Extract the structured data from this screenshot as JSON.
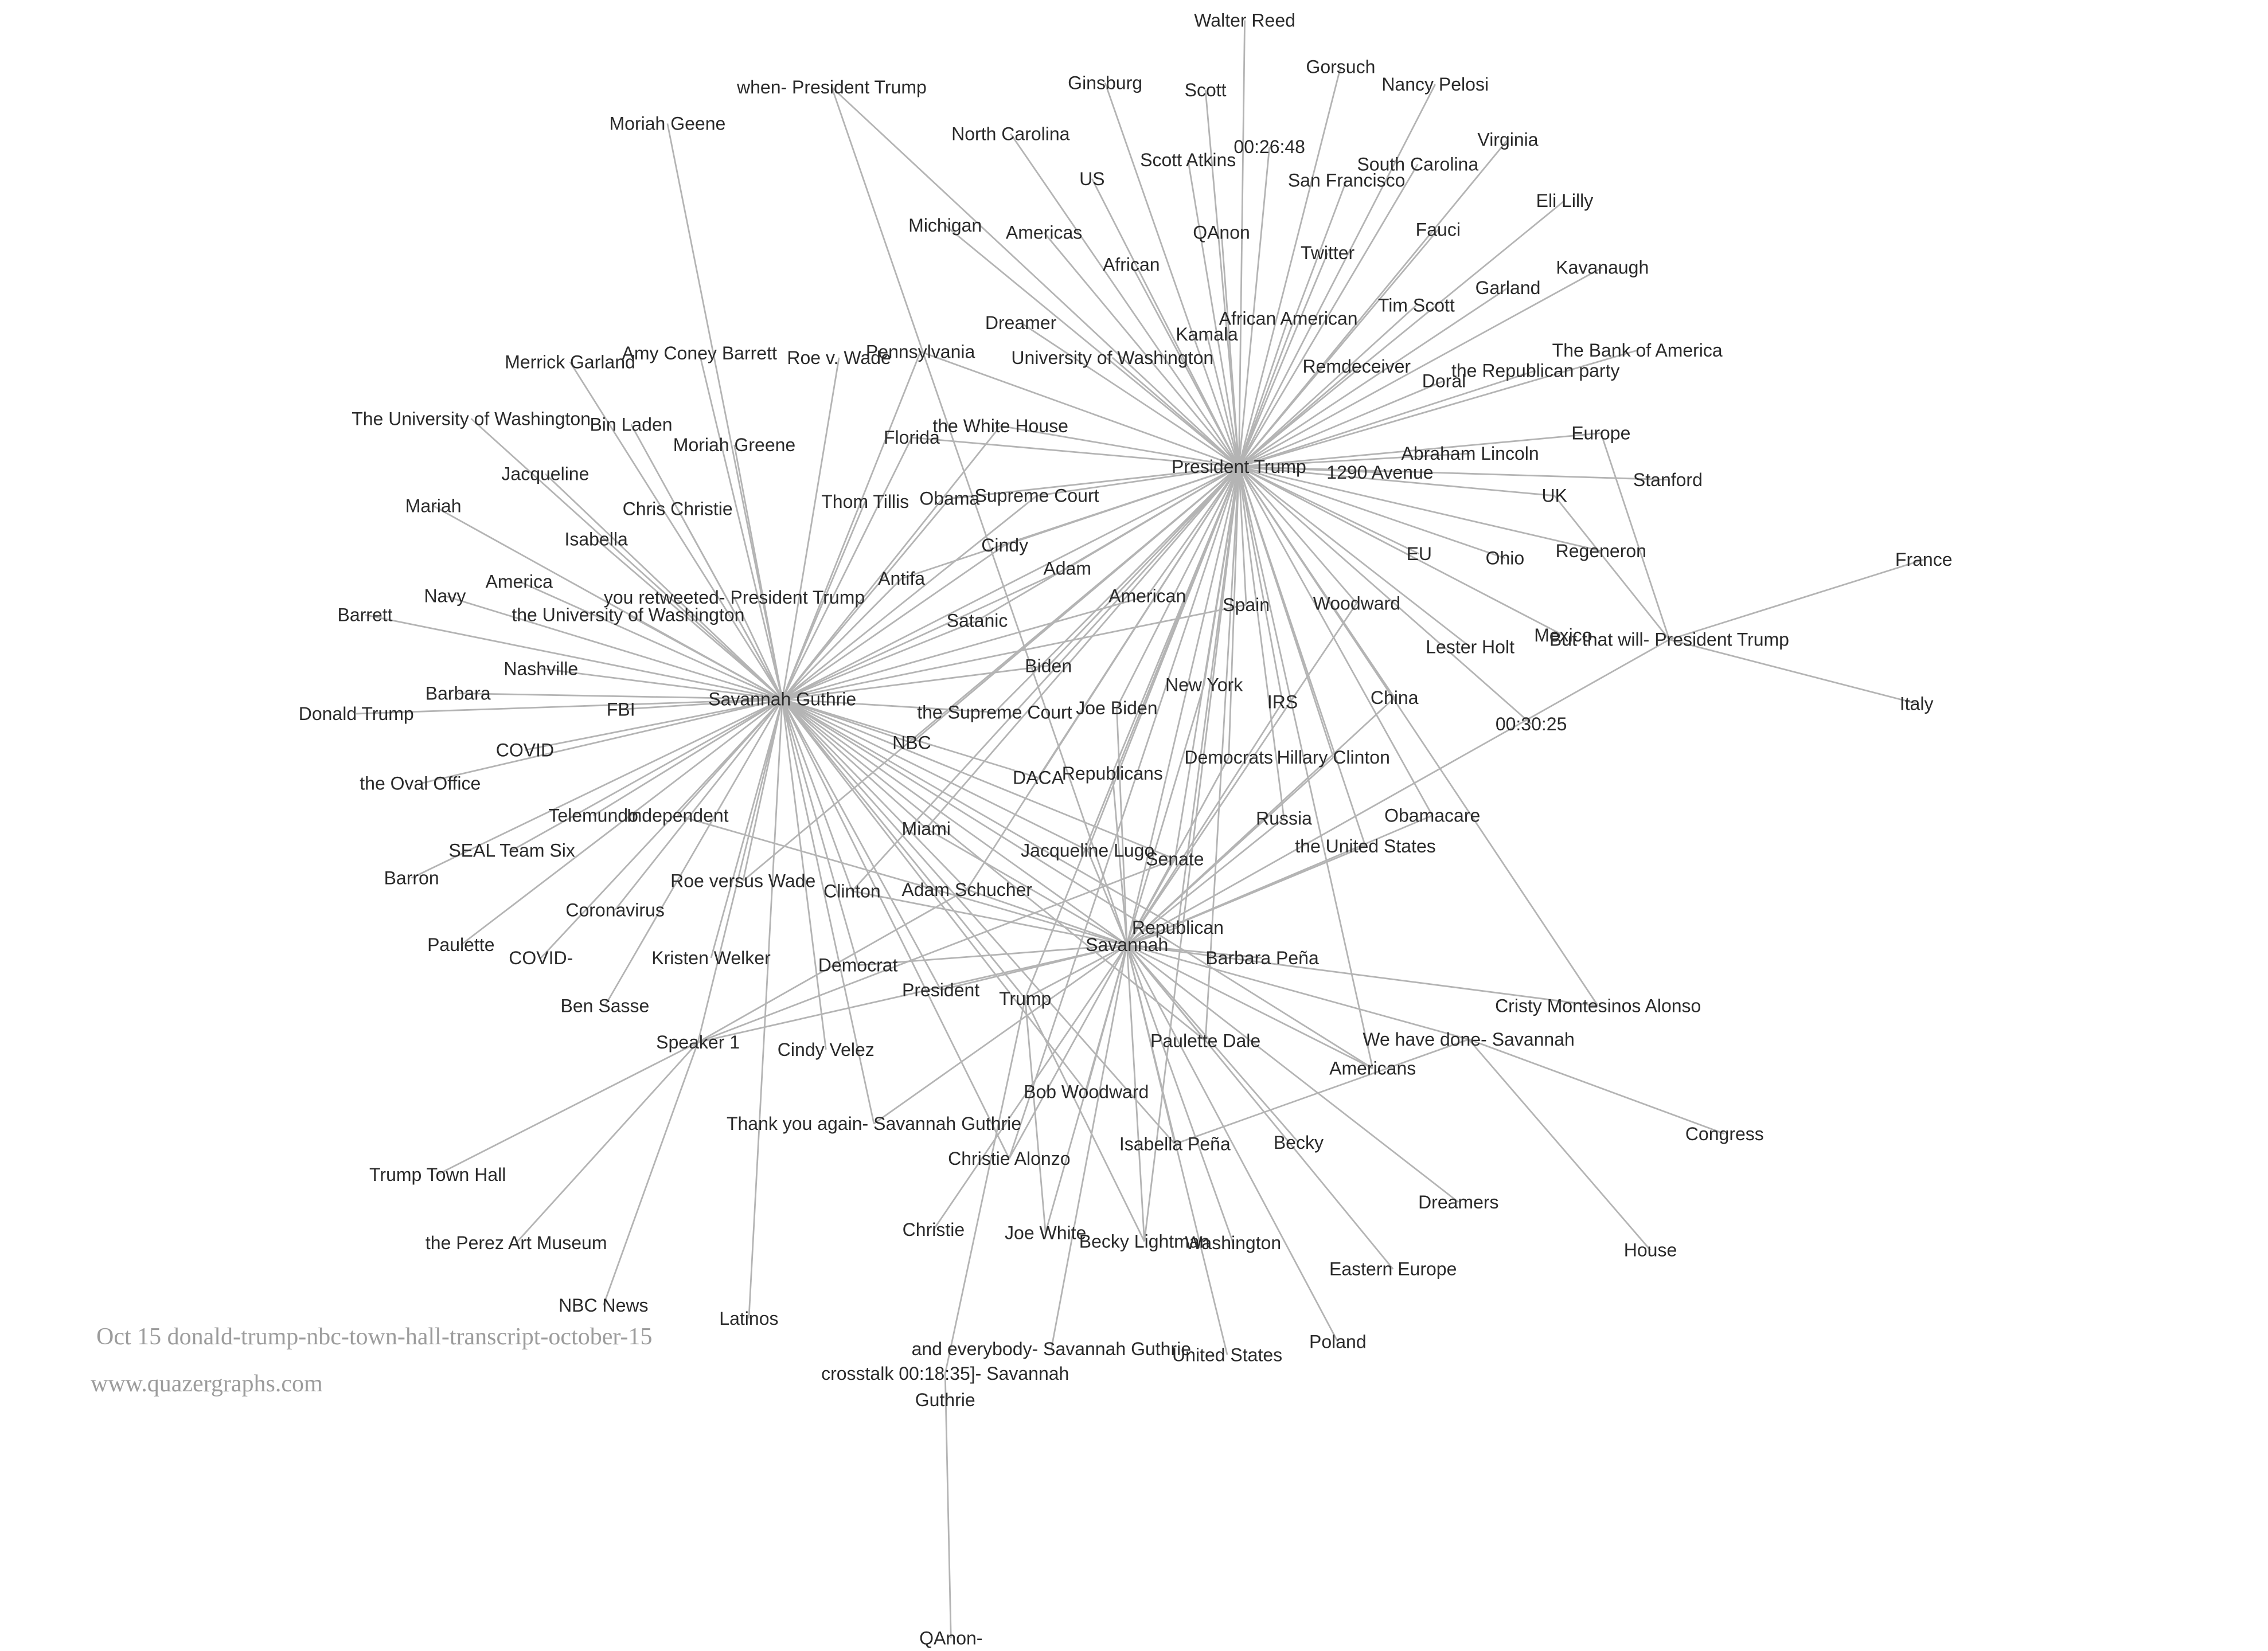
{
  "diagram": {
    "type": "network-graph",
    "edge_color": "#b4b4b4",
    "label_color": "#2a2a2a",
    "hubs": [
      "President Trump",
      "Savannah Guthrie",
      "Savannah"
    ],
    "nodes": [
      "Walter Reed",
      "Gorsuch",
      "Nancy Pelosi",
      "Ginsburg",
      "Scott",
      "when- President Trump",
      "Moriah Geene",
      "Virginia",
      "00:26:48",
      "North Carolina",
      "Scott Atkins",
      "South Carolina",
      "US",
      "San Francisco",
      "Eli Lilly",
      "Michigan",
      "Americas",
      "Fauci",
      "QAnon",
      "Twitter",
      "African",
      "Kavanaugh",
      "Garland",
      "Tim Scott",
      "African American",
      "Dreamer",
      "Kamala",
      "Amy Coney Barrett",
      "Merrick Garland",
      "Roe v. Wade",
      "Pennsylvania",
      "University of Washington",
      "Remdeceiver",
      "The Bank of America",
      "Doral",
      "the Republican party",
      "The University of Washington",
      "Bin Laden",
      "the White House",
      "Moriah Greene",
      "Florida",
      "Europe",
      "Abraham Lincoln",
      "President Trump",
      "1290 Avenue",
      "Stanford",
      "Jacqueline",
      "Mariah",
      "Thom Tillis",
      "Obama",
      "Supreme Court",
      "UK",
      "Chris Christie",
      "Isabella",
      "Cindy",
      "Ohio",
      "EU",
      "Regeneron",
      "France",
      "America",
      "Adam",
      "Navy",
      "Antifa",
      "you retweeted- President Trump",
      "American",
      "Spain",
      "Woodward",
      "Barrett",
      "the University of Washington",
      "Satanic",
      "Mexico",
      "But that will- President Trump",
      "Lester Holt",
      "Nashville",
      "Biden",
      "New York",
      "Barbara",
      "China",
      "IRS",
      "Savannah Guthrie",
      "Italy",
      "Joe Biden",
      "Donald Trump",
      "FBI",
      "the Supreme Court",
      "00:30:25",
      "COVID",
      "NBC",
      "Democrats",
      "Hillary Clinton",
      "Republicans",
      "DACA",
      "the Oval Office",
      "Telemundo",
      "Independent",
      "Obamacare",
      "Russia",
      "Miami",
      "the United States",
      "SEAL Team Six",
      "Jacqueline Lugo",
      "Senate",
      "Barron",
      "Roe versus Wade",
      "Adam Schucher",
      "Clinton",
      "Coronavirus",
      "Republican",
      "Paulette",
      "COVID-",
      "Savannah",
      "Kristen Welker",
      "Barbara Peña",
      "Democrat",
      "President",
      "Trump",
      "Cristy Montesinos Alonso",
      "Ben Sasse",
      "Speaker 1",
      "Paulette Dale",
      "We have done- Savannah",
      "Cindy Velez",
      "Americans",
      "Bob Woodward",
      "Thank you again- Savannah Guthrie",
      "Congress",
      "Isabella Peña",
      "Becky",
      "Christie Alonzo",
      "Trump Town Hall",
      "Dreamers",
      "Christie",
      "the Perez Art Museum",
      "Joe White",
      "Becky Lightman",
      "Washington",
      "House",
      "Eastern Europe",
      "NBC News",
      "Latinos",
      "Poland",
      "and everybody- Savannah Guthrie",
      "United States",
      "crosstalk 00:18:35]- Savannah",
      "Guthrie",
      "QAnon-"
    ],
    "edges": [
      [
        "President Trump",
        "Walter Reed"
      ],
      [
        "President Trump",
        "Gorsuch"
      ],
      [
        "President Trump",
        "Nancy Pelosi"
      ],
      [
        "President Trump",
        "Ginsburg"
      ],
      [
        "President Trump",
        "Scott"
      ],
      [
        "President Trump",
        "when- President Trump"
      ],
      [
        "President Trump",
        "Virginia"
      ],
      [
        "President Trump",
        "00:26:48"
      ],
      [
        "President Trump",
        "North Carolina"
      ],
      [
        "President Trump",
        "Scott Atkins"
      ],
      [
        "President Trump",
        "South Carolina"
      ],
      [
        "President Trump",
        "US"
      ],
      [
        "President Trump",
        "San Francisco"
      ],
      [
        "President Trump",
        "Eli Lilly"
      ],
      [
        "President Trump",
        "Michigan"
      ],
      [
        "President Trump",
        "Americas"
      ],
      [
        "President Trump",
        "Fauci"
      ],
      [
        "President Trump",
        "QAnon"
      ],
      [
        "President Trump",
        "Twitter"
      ],
      [
        "President Trump",
        "African"
      ],
      [
        "President Trump",
        "Kavanaugh"
      ],
      [
        "President Trump",
        "Garland"
      ],
      [
        "President Trump",
        "Tim Scott"
      ],
      [
        "President Trump",
        "African American"
      ],
      [
        "President Trump",
        "Dreamer"
      ],
      [
        "President Trump",
        "Kamala"
      ],
      [
        "President Trump",
        "Pennsylvania"
      ],
      [
        "President Trump",
        "University of Washington"
      ],
      [
        "President Trump",
        "Remdeceiver"
      ],
      [
        "President Trump",
        "The Bank of America"
      ],
      [
        "President Trump",
        "Doral"
      ],
      [
        "President Trump",
        "the Republican party"
      ],
      [
        "President Trump",
        "Europe"
      ],
      [
        "President Trump",
        "Abraham Lincoln"
      ],
      [
        "President Trump",
        "1290 Avenue"
      ],
      [
        "President Trump",
        "Stanford"
      ],
      [
        "President Trump",
        "UK"
      ],
      [
        "President Trump",
        "Ohio"
      ],
      [
        "President Trump",
        "EU"
      ],
      [
        "President Trump",
        "Regeneron"
      ],
      [
        "President Trump",
        "Mexico"
      ],
      [
        "President Trump",
        "Lester Holt"
      ],
      [
        "President Trump",
        "00:30:25"
      ],
      [
        "President Trump",
        "China"
      ],
      [
        "President Trump",
        "Woodward"
      ],
      [
        "President Trump",
        "Spain"
      ],
      [
        "President Trump",
        "IRS"
      ],
      [
        "President Trump",
        "New York"
      ],
      [
        "President Trump",
        "American"
      ],
      [
        "President Trump",
        "Adam"
      ],
      [
        "President Trump",
        "Cindy"
      ],
      [
        "President Trump",
        "Antifa"
      ],
      [
        "President Trump",
        "Satanic"
      ],
      [
        "President Trump",
        "Supreme Court"
      ],
      [
        "President Trump",
        "Obama"
      ],
      [
        "President Trump",
        "the White House"
      ],
      [
        "President Trump",
        "Florida"
      ],
      [
        "President Trump",
        "Savannah Guthrie"
      ],
      [
        "President Trump",
        "Biden"
      ],
      [
        "President Trump",
        "Joe Biden"
      ],
      [
        "President Trump",
        "the Supreme Court"
      ],
      [
        "President Trump",
        "Democrats"
      ],
      [
        "President Trump",
        "Hillary Clinton"
      ],
      [
        "President Trump",
        "Republicans"
      ],
      [
        "President Trump",
        "DACA"
      ],
      [
        "President Trump",
        "Obamacare"
      ],
      [
        "President Trump",
        "Russia"
      ],
      [
        "President Trump",
        "the United States"
      ],
      [
        "President Trump",
        "Jacqueline Lugo"
      ],
      [
        "President Trump",
        "Senate"
      ],
      [
        "President Trump",
        "Adam Schucher"
      ],
      [
        "President Trump",
        "Republican"
      ],
      [
        "President Trump",
        "Savannah"
      ],
      [
        "President Trump",
        "Trump"
      ],
      [
        "President Trump",
        "Paulette Dale"
      ],
      [
        "President Trump",
        "Americans"
      ],
      [
        "President Trump",
        "NBC"
      ],
      [
        "President Trump",
        "Miami"
      ],
      [
        "President Trump",
        "Clinton"
      ],
      [
        "President Trump",
        "Roe versus Wade"
      ],
      [
        "President Trump",
        "Christie Alonzo"
      ],
      [
        "President Trump",
        "Becky Lightman"
      ],
      [
        "President Trump",
        "Cristy Montesinos Alonso"
      ],
      [
        "Savannah Guthrie",
        "Merrick Garland"
      ],
      [
        "Savannah Guthrie",
        "Amy Coney Barrett"
      ],
      [
        "Savannah Guthrie",
        "Roe v. Wade"
      ],
      [
        "Savannah Guthrie",
        "The University of Washington"
      ],
      [
        "Savannah Guthrie",
        "Bin Laden"
      ],
      [
        "Savannah Guthrie",
        "Moriah Greene"
      ],
      [
        "Savannah Guthrie",
        "Moriah Geene"
      ],
      [
        "Savannah Guthrie",
        "Jacqueline"
      ],
      [
        "Savannah Guthrie",
        "Mariah"
      ],
      [
        "Savannah Guthrie",
        "Chris Christie"
      ],
      [
        "Savannah Guthrie",
        "Isabella"
      ],
      [
        "Savannah Guthrie",
        "America"
      ],
      [
        "Savannah Guthrie",
        "Navy"
      ],
      [
        "Savannah Guthrie",
        "you retweeted- President Trump"
      ],
      [
        "Savannah Guthrie",
        "Barrett"
      ],
      [
        "Savannah Guthrie",
        "the University of Washington"
      ],
      [
        "Savannah Guthrie",
        "Nashville"
      ],
      [
        "Savannah Guthrie",
        "Barbara"
      ],
      [
        "Savannah Guthrie",
        "Donald Trump"
      ],
      [
        "Savannah Guthrie",
        "FBI"
      ],
      [
        "Savannah Guthrie",
        "COVID"
      ],
      [
        "Savannah Guthrie",
        "the Oval Office"
      ],
      [
        "Savannah Guthrie",
        "Telemundo"
      ],
      [
        "Savannah Guthrie",
        "Independent"
      ],
      [
        "Savannah Guthrie",
        "SEAL Team Six"
      ],
      [
        "Savannah Guthrie",
        "Barron"
      ],
      [
        "Savannah Guthrie",
        "Roe versus Wade"
      ],
      [
        "Savannah Guthrie",
        "Coronavirus"
      ],
      [
        "Savannah Guthrie",
        "Paulette"
      ],
      [
        "Savannah Guthrie",
        "COVID-"
      ],
      [
        "Savannah Guthrie",
        "Kristen Welker"
      ],
      [
        "Savannah Guthrie",
        "Ben Sasse"
      ],
      [
        "Savannah Guthrie",
        "Speaker 1"
      ],
      [
        "Savannah Guthrie",
        "Latinos"
      ],
      [
        "Savannah Guthrie",
        "Cindy Velez"
      ],
      [
        "Savannah Guthrie",
        "Democrat"
      ],
      [
        "Savannah Guthrie",
        "Thom Tillis"
      ],
      [
        "Savannah Guthrie",
        "Pennsylvania"
      ],
      [
        "Savannah Guthrie",
        "Florida"
      ],
      [
        "Savannah Guthrie",
        "the White House"
      ],
      [
        "Savannah Guthrie",
        "Obama"
      ],
      [
        "Savannah Guthrie",
        "Supreme Court"
      ],
      [
        "Savannah Guthrie",
        "Cindy"
      ],
      [
        "Savannah Guthrie",
        "Antifa"
      ],
      [
        "Savannah Guthrie",
        "Adam"
      ],
      [
        "Savannah Guthrie",
        "Satanic"
      ],
      [
        "Savannah Guthrie",
        "American"
      ],
      [
        "Savannah Guthrie",
        "Spain"
      ],
      [
        "Savannah Guthrie",
        "Biden"
      ],
      [
        "Savannah Guthrie",
        "the Supreme Court"
      ],
      [
        "Savannah Guthrie",
        "NBC"
      ],
      [
        "Savannah Guthrie",
        "Miami"
      ],
      [
        "Savannah Guthrie",
        "DACA"
      ],
      [
        "Savannah Guthrie",
        "Clinton"
      ],
      [
        "Savannah Guthrie",
        "Adam Schucher"
      ],
      [
        "Savannah Guthrie",
        "Republican"
      ],
      [
        "Savannah Guthrie",
        "Savannah"
      ],
      [
        "Savannah Guthrie",
        "President"
      ],
      [
        "Savannah Guthrie",
        "Trump"
      ],
      [
        "Savannah Guthrie",
        "Paulette Dale"
      ],
      [
        "Savannah Guthrie",
        "Americans"
      ],
      [
        "Savannah Guthrie",
        "Isabella Peña"
      ],
      [
        "Savannah Guthrie",
        "Jacqueline Lugo"
      ],
      [
        "Savannah Guthrie",
        "Senate"
      ],
      [
        "Savannah Guthrie",
        "Bob Woodward"
      ],
      [
        "Savannah Guthrie",
        "Thank you again- Savannah Guthrie"
      ],
      [
        "Savannah Guthrie",
        "Christie Alonzo"
      ],
      [
        "Savannah",
        "Republican"
      ],
      [
        "Savannah",
        "Senate"
      ],
      [
        "Savannah",
        "Jacqueline Lugo"
      ],
      [
        "Savannah",
        "Barbara Peña"
      ],
      [
        "Savannah",
        "Paulette Dale"
      ],
      [
        "Savannah",
        "Becky"
      ],
      [
        "Savannah",
        "Dreamers"
      ],
      [
        "Savannah",
        "Eastern Europe"
      ],
      [
        "Savannah",
        "Poland"
      ],
      [
        "Savannah",
        "United States"
      ],
      [
        "Savannah",
        "Washington"
      ],
      [
        "Savannah",
        "Becky Lightman"
      ],
      [
        "Savannah",
        "Joe White"
      ],
      [
        "Savannah",
        "Christie"
      ],
      [
        "Savannah",
        "Christie Alonzo"
      ],
      [
        "Savannah",
        "and everybody- Savannah Guthrie"
      ],
      [
        "Savannah",
        "Thank you again- Savannah Guthrie"
      ],
      [
        "Savannah",
        "Trump"
      ],
      [
        "Savannah",
        "President"
      ],
      [
        "Savannah",
        "Democrat"
      ],
      [
        "Savannah",
        "Clinton"
      ],
      [
        "Savannah",
        "Miami"
      ],
      [
        "Savannah",
        "Adam Schucher"
      ],
      [
        "Savannah",
        "Bob Woodward"
      ],
      [
        "Savannah",
        "Isabella Peña"
      ],
      [
        "Savannah",
        "Americans"
      ],
      [
        "Savannah",
        "the United States"
      ],
      [
        "Savannah",
        "Obamacare"
      ],
      [
        "Savannah",
        "Russia"
      ],
      [
        "Savannah",
        "Hillary Clinton"
      ],
      [
        "Savannah",
        "Democrats"
      ],
      [
        "Savannah",
        "Republicans"
      ],
      [
        "Savannah",
        "New York"
      ],
      [
        "Savannah",
        "Joe Biden"
      ],
      [
        "Savannah",
        "Woodward"
      ],
      [
        "Savannah",
        "China"
      ],
      [
        "Savannah",
        "IRS"
      ],
      [
        "Savannah",
        "Cristy Montesinos Alonso"
      ],
      [
        "Savannah",
        "We have done- Savannah"
      ],
      [
        "Savannah",
        "Independent"
      ],
      [
        "Savannah",
        "Speaker 1"
      ],
      [
        "Speaker 1",
        "Trump Town Hall"
      ],
      [
        "Speaker 1",
        "the Perez Art Museum"
      ],
      [
        "Speaker 1",
        "NBC News"
      ],
      [
        "Speaker 1",
        "Adam Schucher"
      ],
      [
        "Speaker 1",
        "Senate"
      ],
      [
        "We have done- Savannah",
        "Congress"
      ],
      [
        "We have done- Savannah",
        "House"
      ],
      [
        "We have done- Savannah",
        "Isabella Peña"
      ],
      [
        "But that will- President Trump",
        "France"
      ],
      [
        "But that will- President Trump",
        "Italy"
      ],
      [
        "But that will- President Trump",
        "Europe"
      ],
      [
        "But that will- President Trump",
        "UK"
      ],
      [
        "But that will- President Trump",
        "Savannah"
      ],
      [
        "when- President Trump",
        "Savannah"
      ],
      [
        "Trump",
        "crosstalk 00:18:35]- Savannah"
      ],
      [
        "crosstalk 00:18:35]- Savannah",
        "QAnon-"
      ],
      [
        "Trump",
        "Joe White"
      ],
      [
        "Trump",
        "Becky Lightman"
      ]
    ]
  },
  "caption": {
    "title": "Oct 15 donald-trump-nbc-town-hall-transcript-october-15",
    "site": "www.quazergraphs.com"
  }
}
